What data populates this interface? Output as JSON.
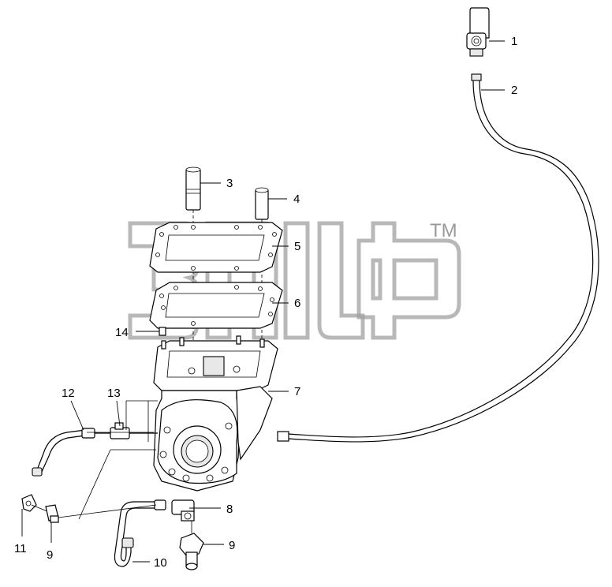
{
  "diagram": {
    "watermark": {
      "trademark": "TM"
    },
    "parts": [
      {
        "id": "part-1",
        "label": "1"
      },
      {
        "id": "part-2",
        "label": "2"
      },
      {
        "id": "part-3",
        "label": "3"
      },
      {
        "id": "part-4",
        "label": "4"
      },
      {
        "id": "part-5",
        "label": "5"
      },
      {
        "id": "part-6",
        "label": "6"
      },
      {
        "id": "part-7",
        "label": "7"
      },
      {
        "id": "part-8",
        "label": "8"
      },
      {
        "id": "part-9a",
        "label": "9"
      },
      {
        "id": "part-9b",
        "label": "9"
      },
      {
        "id": "part-10",
        "label": "10"
      },
      {
        "id": "part-11",
        "label": "11"
      },
      {
        "id": "part-12",
        "label": "12"
      },
      {
        "id": "part-13",
        "label": "13"
      },
      {
        "id": "part-14",
        "label": "14"
      }
    ]
  }
}
